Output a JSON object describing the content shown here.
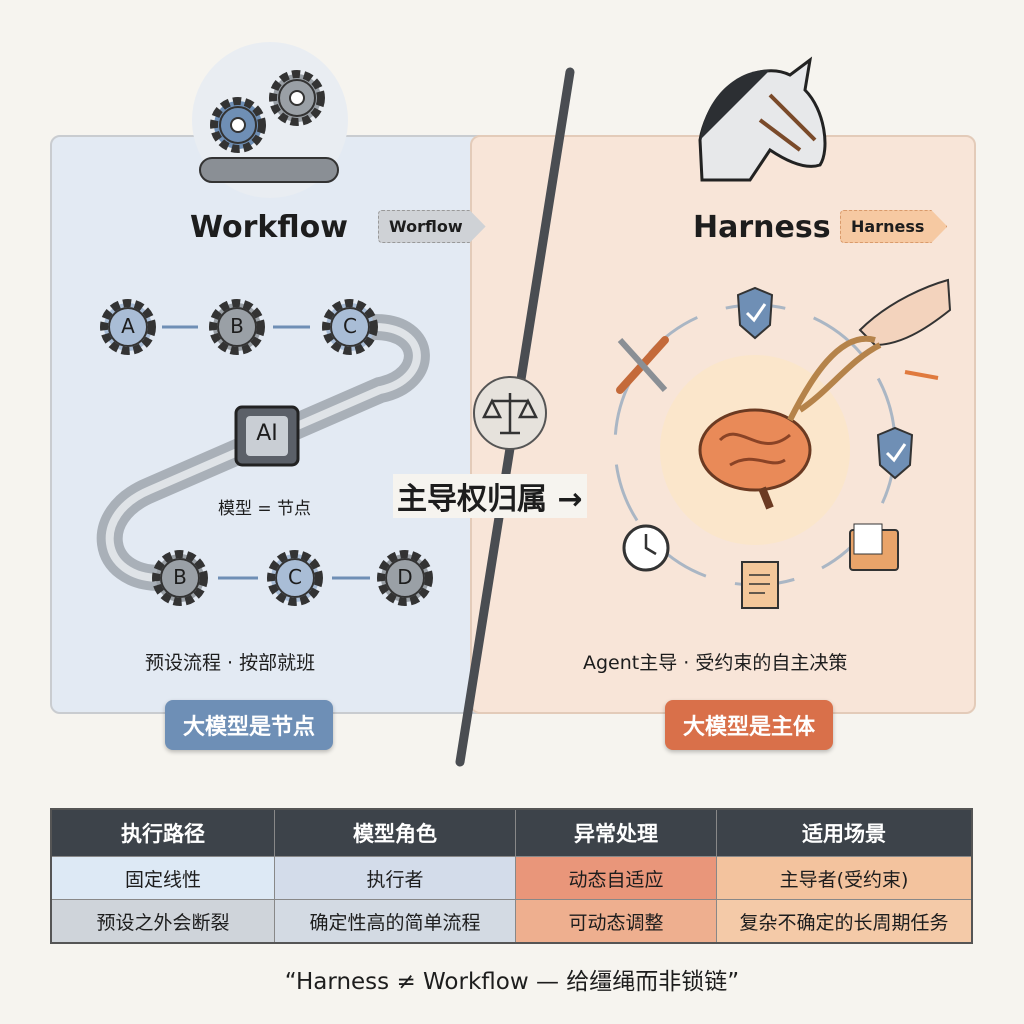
{
  "workflow": {
    "title": "Workflow",
    "tag": "Worflow",
    "node_labels_top": [
      "A",
      "B",
      "C"
    ],
    "node_labels_bottom": [
      "B",
      "C",
      "D"
    ],
    "chip_label": "AI",
    "model_note": "模型 = 节点",
    "caption": "预设流程 · 按部就班",
    "badge": "大模型是节点"
  },
  "harness": {
    "title": "Harness",
    "tag": "Harness",
    "caption": "Agent主导 · 受约束的自主决策",
    "badge": "大模型是主体"
  },
  "center": {
    "label": "主导权归属 →"
  },
  "table": {
    "headers": [
      "执行路径",
      "模型角色",
      "异常处理",
      "适用场景"
    ],
    "rows": [
      [
        "固定线性",
        "执行者",
        "动态自适应",
        "主导者(受约束)"
      ],
      [
        "预设之外会断裂",
        "确定性高的简单流程",
        "可动态调整",
        "复杂不确定的长周期任务"
      ]
    ]
  },
  "quote": "“Harness ≠ Workflow — 给缰绳而非锁链”",
  "colors": {
    "workflow_badge": "#6e8fb6",
    "harness_badge": "#d9704a",
    "header": "#3d434a"
  }
}
